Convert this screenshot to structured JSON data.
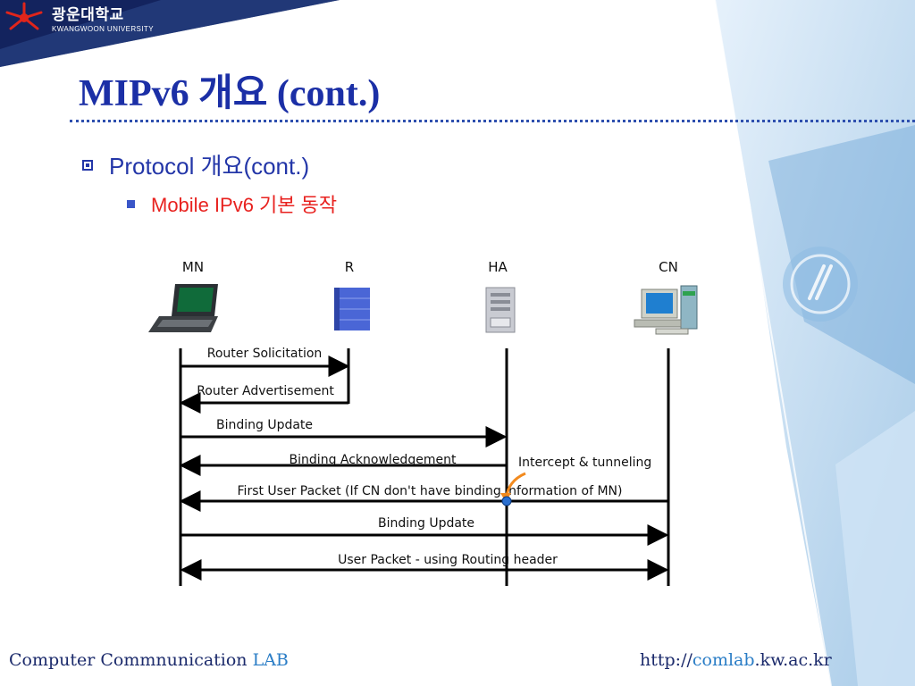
{
  "header": {
    "university_ko": "광운대학교",
    "university_en": "KWANGWOON UNIVERSITY",
    "title": "MIPv6 개요 (cont.)"
  },
  "content": {
    "bullet_1": "Protocol 개요(cont.)",
    "bullet_2": "Mobile IPv6 기본 동작"
  },
  "diagram": {
    "entities": [
      {
        "label": "MN",
        "icon": "laptop-icon"
      },
      {
        "label": "R",
        "icon": "router-icon"
      },
      {
        "label": "HA",
        "icon": "server-icon"
      },
      {
        "label": "CN",
        "icon": "desktop-computer-icon"
      }
    ],
    "messages": [
      {
        "label": "Router Solicitation",
        "from": "MN",
        "to": "R"
      },
      {
        "label": "Router Advertisement",
        "from": "R",
        "to": "MN"
      },
      {
        "label": "Binding Update",
        "from": "MN",
        "to": "HA"
      },
      {
        "label": "Binding Acknowledgement",
        "from": "HA",
        "to": "MN"
      },
      {
        "label": "First User Packet (If CN don't have binding information of MN)",
        "from": "CN",
        "to": "MN"
      },
      {
        "label": "Binding Update",
        "from": "MN",
        "to": "CN"
      },
      {
        "label": "User Packet - using Routing header",
        "from": "MN",
        "to": "CN",
        "bidirectional": true
      }
    ],
    "annotation": "Intercept & tunneling"
  },
  "footer": {
    "lab_prefix": "Computer Commnunication ",
    "lab_suffix": "LAB",
    "url_prefix": "http://",
    "url_highlight": "comlab",
    "url_suffix": ".kw.ac.kr"
  }
}
